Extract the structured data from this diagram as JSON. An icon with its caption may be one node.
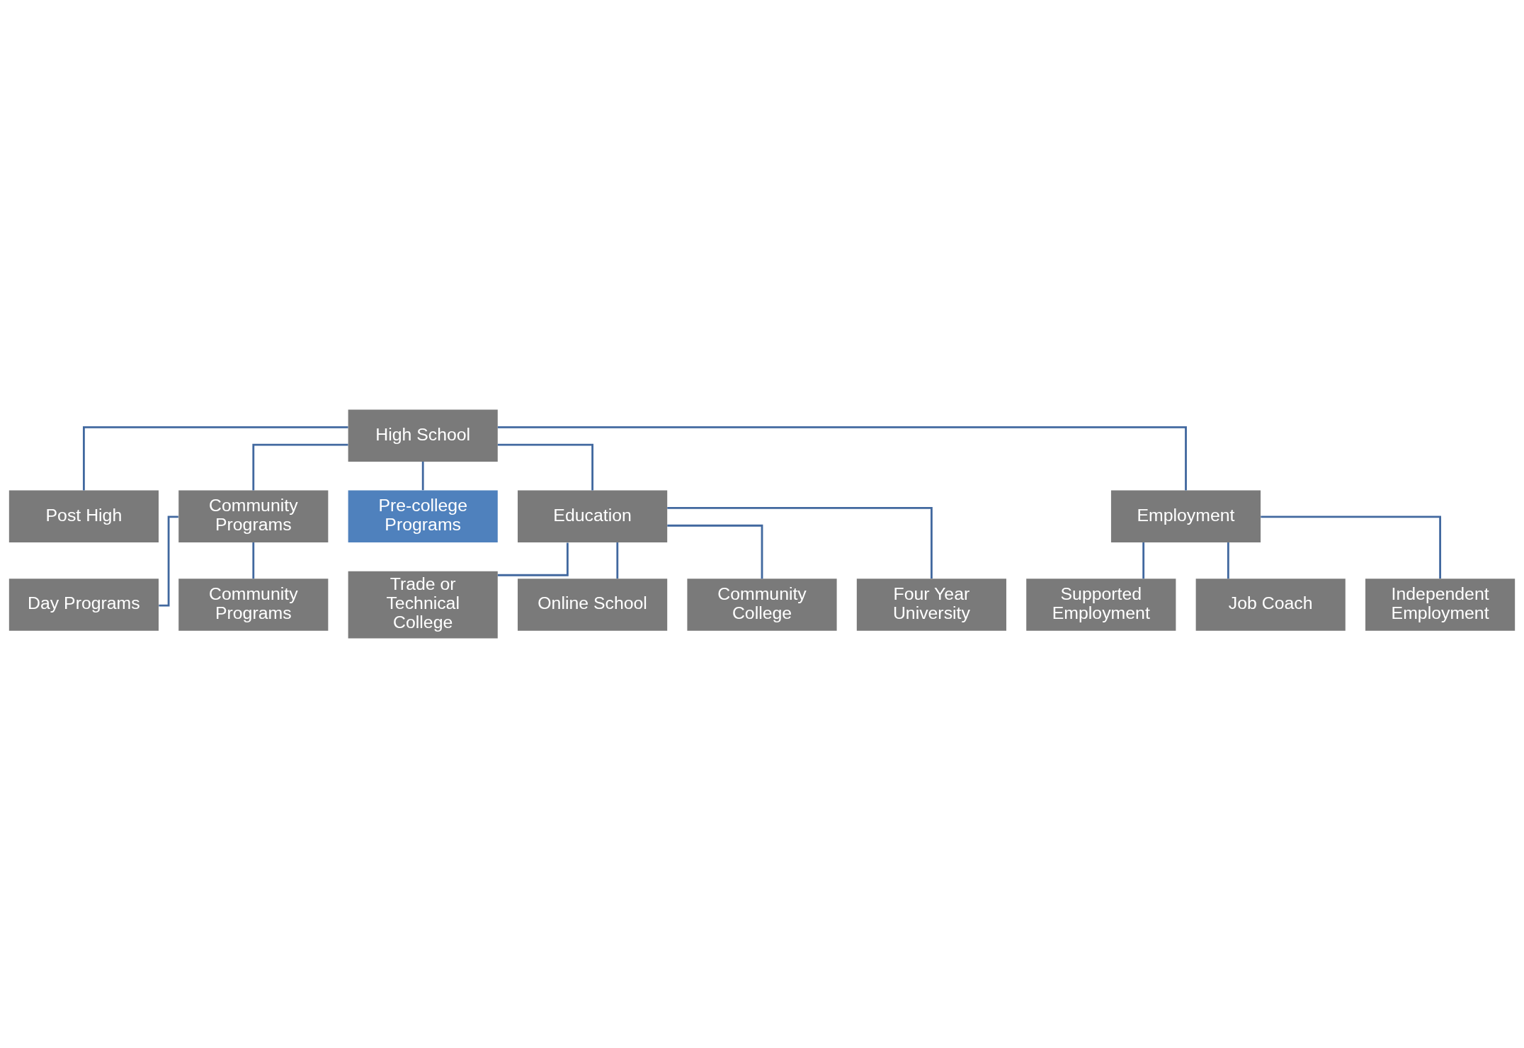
{
  "diagram": {
    "nodes": [
      {
        "text": [
          "High School"
        ]
      },
      {
        "text": [
          "Post High"
        ]
      },
      {
        "text": [
          "Community Programs"
        ]
      },
      {
        "text": [
          "Pre-college Programs"
        ]
      },
      {
        "text": [
          "Education"
        ]
      },
      {
        "text": [
          "Employment"
        ]
      },
      {
        "text": [
          "Day Programs"
        ]
      },
      {
        "text": [
          "Community Programs"
        ]
      },
      {
        "text": [
          "Trade or Technical College"
        ]
      },
      {
        "text": [
          "Online School"
        ]
      },
      {
        "text": [
          "Community College"
        ]
      },
      {
        "text": [
          "Four Year University"
        ]
      },
      {
        "text": [
          "Supported Employment"
        ]
      },
      {
        "text": [
          "Job Coach"
        ]
      },
      {
        "text": [
          "Independent Employment"
        ]
      }
    ],
    "edges": [
      {
        "from": 0,
        "to": 1,
        "arrow": "none"
      },
      {
        "from": 0,
        "to": 2,
        "arrow": "none"
      },
      {
        "from": 0,
        "to": 3,
        "arrow": "none"
      },
      {
        "from": 0,
        "to": 4,
        "arrow": "none"
      },
      {
        "from": 0,
        "to": 5,
        "arrow": "none"
      },
      {
        "from": 2,
        "to": 6,
        "arrow": "none"
      },
      {
        "from": 2,
        "to": 7,
        "arrow": "none"
      },
      {
        "from": 4,
        "to": 8,
        "arrow": "none"
      },
      {
        "from": 4,
        "to": 9,
        "arrow": "none"
      },
      {
        "from": 4,
        "to": 10,
        "arrow": "none"
      },
      {
        "from": 4,
        "to": 11,
        "arrow": "none"
      },
      {
        "from": 5,
        "to": 12,
        "arrow": "none"
      },
      {
        "from": 5,
        "to": 13,
        "arrow": "none"
      },
      {
        "from": 5,
        "to": 14,
        "arrow": "none"
      }
    ]
  }
}
